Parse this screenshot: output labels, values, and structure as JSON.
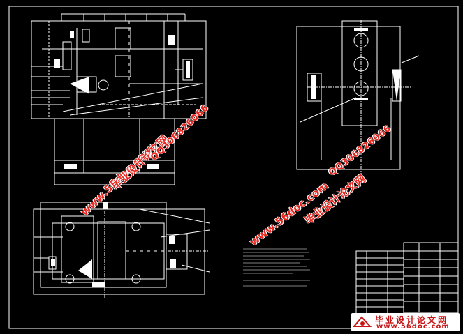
{
  "watermark": {
    "site": "www.56doc.com",
    "qq": "QQ306826066",
    "title_cn": "毕业设计论文网"
  },
  "footer": {
    "title": "毕业设计论文网",
    "site": "www.56doc.com"
  },
  "colors": {
    "background": "#000000",
    "lines": "#ffffff",
    "watermark": "#e8261e",
    "footer_text": "#c81414"
  }
}
